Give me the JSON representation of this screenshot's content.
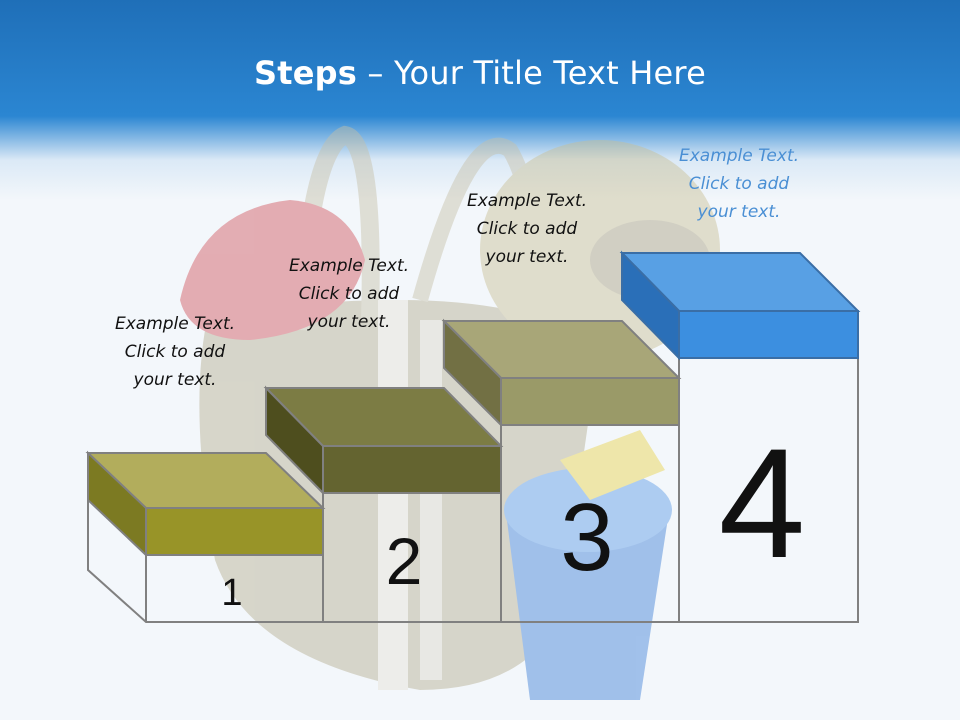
{
  "slide": {
    "title_bold": "Steps",
    "title_rest": " – Your Title Text Here"
  },
  "steps": [
    {
      "number": "1",
      "line1": "Example Text.",
      "line2": "Click  to add",
      "line3": "your text."
    },
    {
      "number": "2",
      "line1": "Example Text.",
      "line2": "Click  to add",
      "line3": "your text."
    },
    {
      "number": "3",
      "line1": "Example Text.",
      "line2": "Click  to add",
      "line3": "your text."
    },
    {
      "number": "4",
      "line1": "Example Text.",
      "line2": "Click  to add",
      "line3": "your text."
    }
  ],
  "colors": {
    "header": "#2b86d2",
    "step1": "#9a9a2a",
    "step2": "#646430",
    "step3": "#9a9a68",
    "step4": "#3c8fe0",
    "step4_caption": "#4a8fd4"
  }
}
